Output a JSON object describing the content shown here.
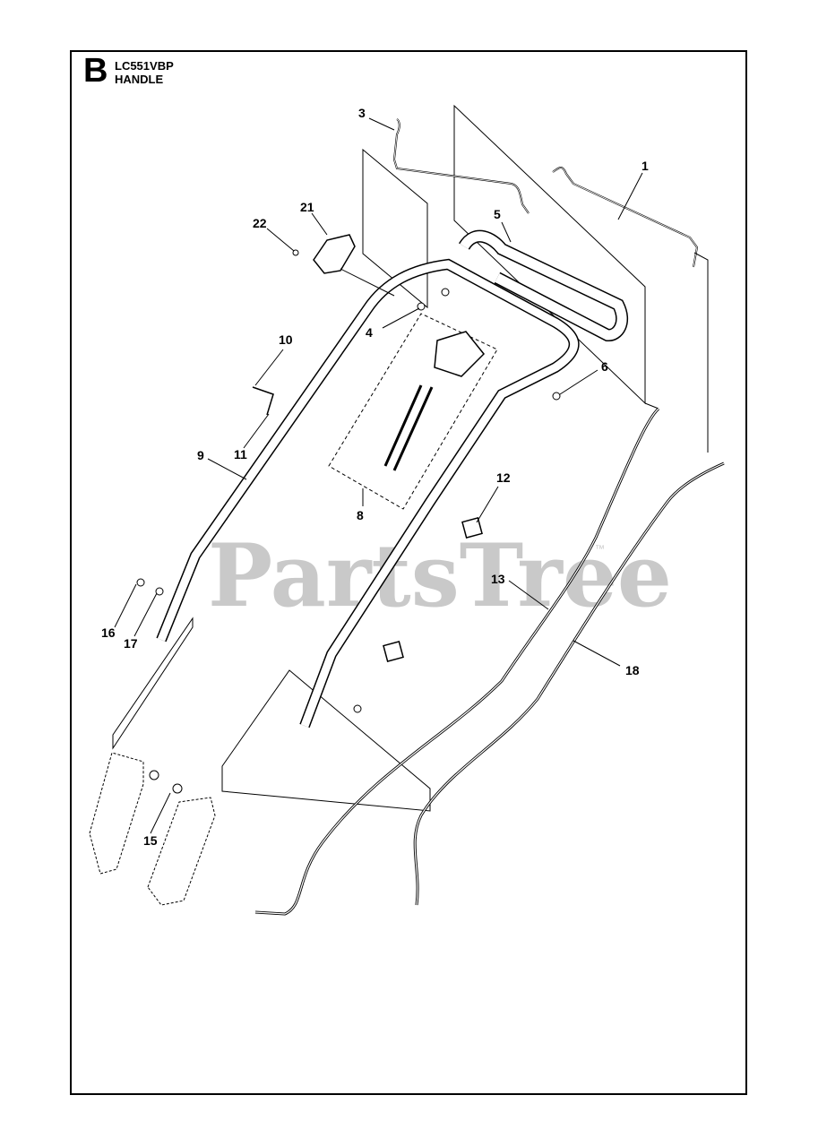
{
  "header": {
    "section_letter": "B",
    "model": "LC551VBP",
    "section_name": "HANDLE"
  },
  "watermark": {
    "text": "PartsTree",
    "trademark": "™"
  },
  "callouts": [
    "1",
    "3",
    "4",
    "5",
    "6",
    "8",
    "9",
    "10",
    "11",
    "12",
    "13",
    "15",
    "16",
    "17",
    "18",
    "21",
    "22"
  ],
  "colors": {
    "line": "#000000",
    "watermark": "#c9c9c9",
    "background": "#ffffff"
  }
}
